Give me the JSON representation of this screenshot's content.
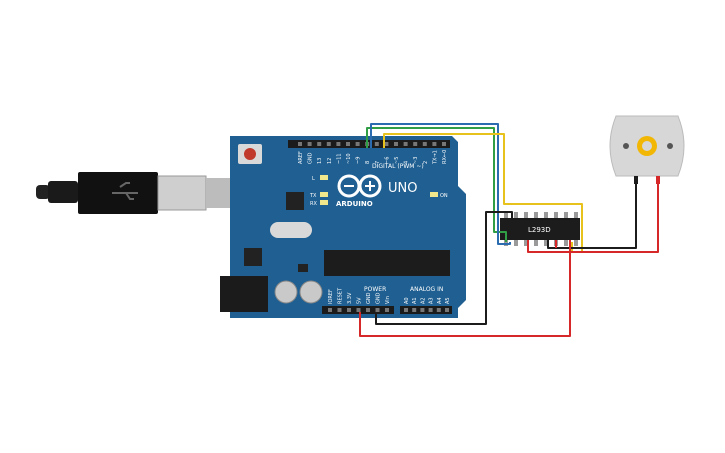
{
  "board": {
    "brand": "ARDUINO",
    "model": "UNO",
    "digital_label": "DIGITAL (PWM ~)",
    "power_label": "POWER",
    "analog_label": "ANALOG IN",
    "on_label": "ON",
    "l_label": "L",
    "tx_label": "TX",
    "rx_label": "RX",
    "digital_pins": [
      "AREF",
      "GND",
      "13",
      "12",
      "~11",
      "~10",
      "~9",
      "8",
      "7",
      "~6",
      "~5",
      "4",
      "~3",
      "2",
      "TX→1",
      "RX←0"
    ],
    "power_pins": [
      "IOREF",
      "RESET",
      "3.3V",
      "5V",
      "GND",
      "GND",
      "Vin"
    ],
    "analog_pins": [
      "A0",
      "A1",
      "A2",
      "A3",
      "A4",
      "A5"
    ],
    "color": "#1f5f91"
  },
  "driver": {
    "label": "L293D"
  },
  "wires": {
    "colors": {
      "green": "#2f9e44",
      "yellow": "#e8c21c",
      "red": "#d62828",
      "black": "#1c1c1c"
    }
  }
}
